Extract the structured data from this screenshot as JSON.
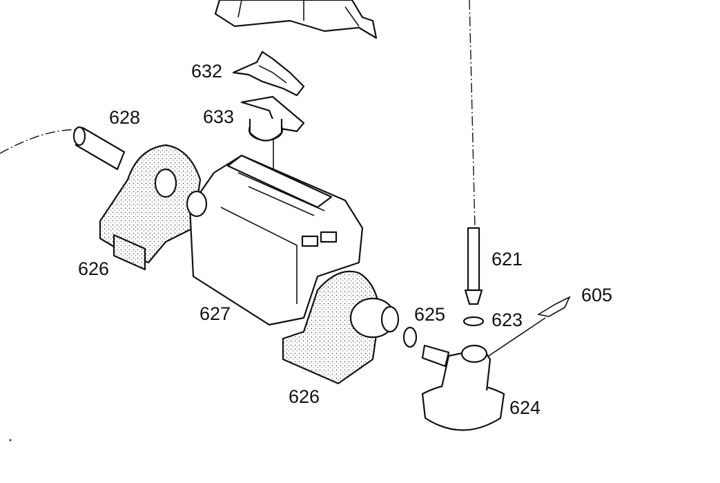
{
  "labels": {
    "p632": "632",
    "p633": "633",
    "p628": "628",
    "p626a": "626",
    "p627": "627",
    "p621": "621",
    "p625": "625",
    "p623": "623",
    "p605": "605",
    "p626b": "626",
    "p624": "624"
  }
}
